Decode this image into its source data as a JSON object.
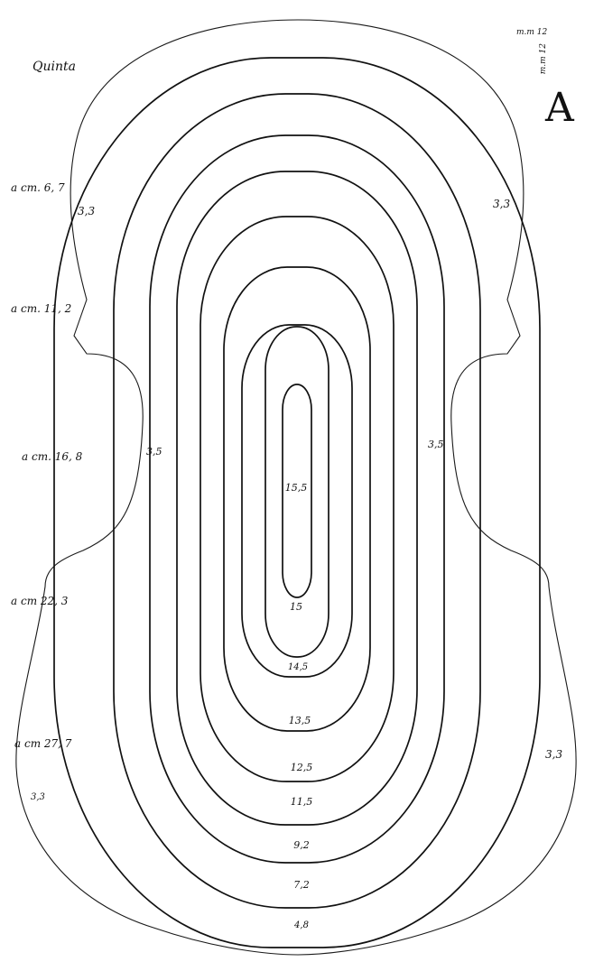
{
  "title": "Quinta",
  "scale": {
    "line1": "m.m 12",
    "line2": "m.m 12"
  },
  "plate_letter": "A",
  "sections": [
    {
      "label": "a cm. 6, 7"
    },
    {
      "label": "a cm. 11, 2"
    },
    {
      "label": "a cm. 16, 8"
    },
    {
      "label": "a cm 22, 3"
    },
    {
      "label": "a cm 27, 7"
    }
  ],
  "edge_labels": {
    "upper_left": "3,3",
    "upper_right": "3,3",
    "waist_left": "3,5",
    "waist_right": "3,5",
    "lower_right": "3,3",
    "lower_left": "3,3"
  },
  "contour_heights": [
    {
      "value": "15,5"
    },
    {
      "value": "15"
    },
    {
      "value": "14,5"
    },
    {
      "value": "13,5"
    },
    {
      "value": "12,5"
    },
    {
      "value": "11,5"
    },
    {
      "value": "9,2"
    },
    {
      "value": "7,2"
    },
    {
      "value": "4,8"
    }
  ],
  "colors": {
    "ink": "#111111",
    "paper": "#ffffff"
  }
}
